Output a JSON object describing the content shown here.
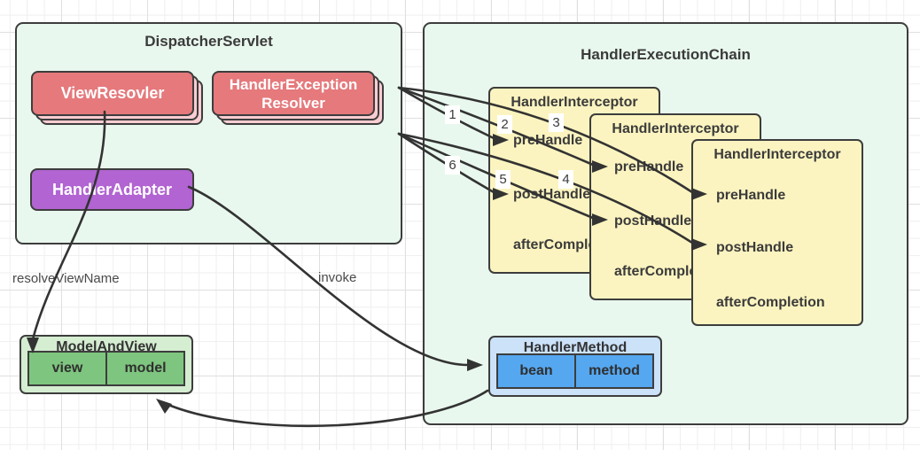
{
  "diagram": {
    "dispatcher_servlet": {
      "title": "DispatcherServlet",
      "view_resolver_label": "ViewResovler",
      "handler_exception_resolver_label": "HandlerException\nResolver",
      "handler_adapter_label": "HandlerAdapter"
    },
    "handler_execution_chain": {
      "title": "HandlerExecutionChain",
      "interceptors": [
        {
          "title": "HandlerInterceptor",
          "methods": [
            "preHandle",
            "postHandle",
            "afterCompletion"
          ]
        },
        {
          "title": "HandlerInterceptor",
          "methods": [
            "preHandle",
            "postHandle",
            "afterCompletion"
          ]
        },
        {
          "title": "HandlerInterceptor",
          "methods": [
            "preHandle",
            "postHandle",
            "afterCompletion"
          ]
        }
      ],
      "handler_method": {
        "title": "HandlerMethod",
        "bean": "bean",
        "method": "method"
      }
    },
    "model_and_view": {
      "title": "ModelAndView",
      "view": "view",
      "model": "model"
    },
    "edge_labels": {
      "resolve_view_name": "resolveViewName",
      "invoke": "invoke"
    },
    "sequence_numbers": [
      "1",
      "2",
      "3",
      "4",
      "5",
      "6"
    ],
    "colors": {
      "container_fill": "#e9f8ee",
      "border_dark": "#3d3d3d",
      "interceptor_fill": "#fcf4c0",
      "resolver_fill": "#e5797c",
      "resolver_stack_fill": "#f9cdd2",
      "adapter_fill": "#b164d2",
      "handler_method_fill": "#cbe2f9",
      "handler_method_cell_fill": "#55a7f0",
      "model_and_view_fill": "#d5edd1",
      "model_and_view_cell_fill": "#7ec57f",
      "arrow_color": "#333333"
    }
  }
}
